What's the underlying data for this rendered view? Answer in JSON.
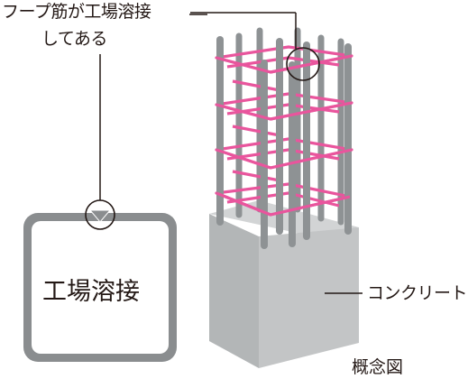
{
  "labels": {
    "callout_line1": "フープ筋が工場溶接",
    "callout_line2": "してある",
    "weld_box": "工場溶接",
    "concrete": "コンクリート",
    "caption": "概念図"
  },
  "colors": {
    "hoop": "#e9559d",
    "rebar": "#8e9294",
    "concrete": "#c4c6c7",
    "ink": "#231815",
    "frame_outer": "#8a8d8f"
  },
  "icons": {
    "weld_marker": "weld-point-icon",
    "magnifier": "magnify-circle-icon"
  }
}
